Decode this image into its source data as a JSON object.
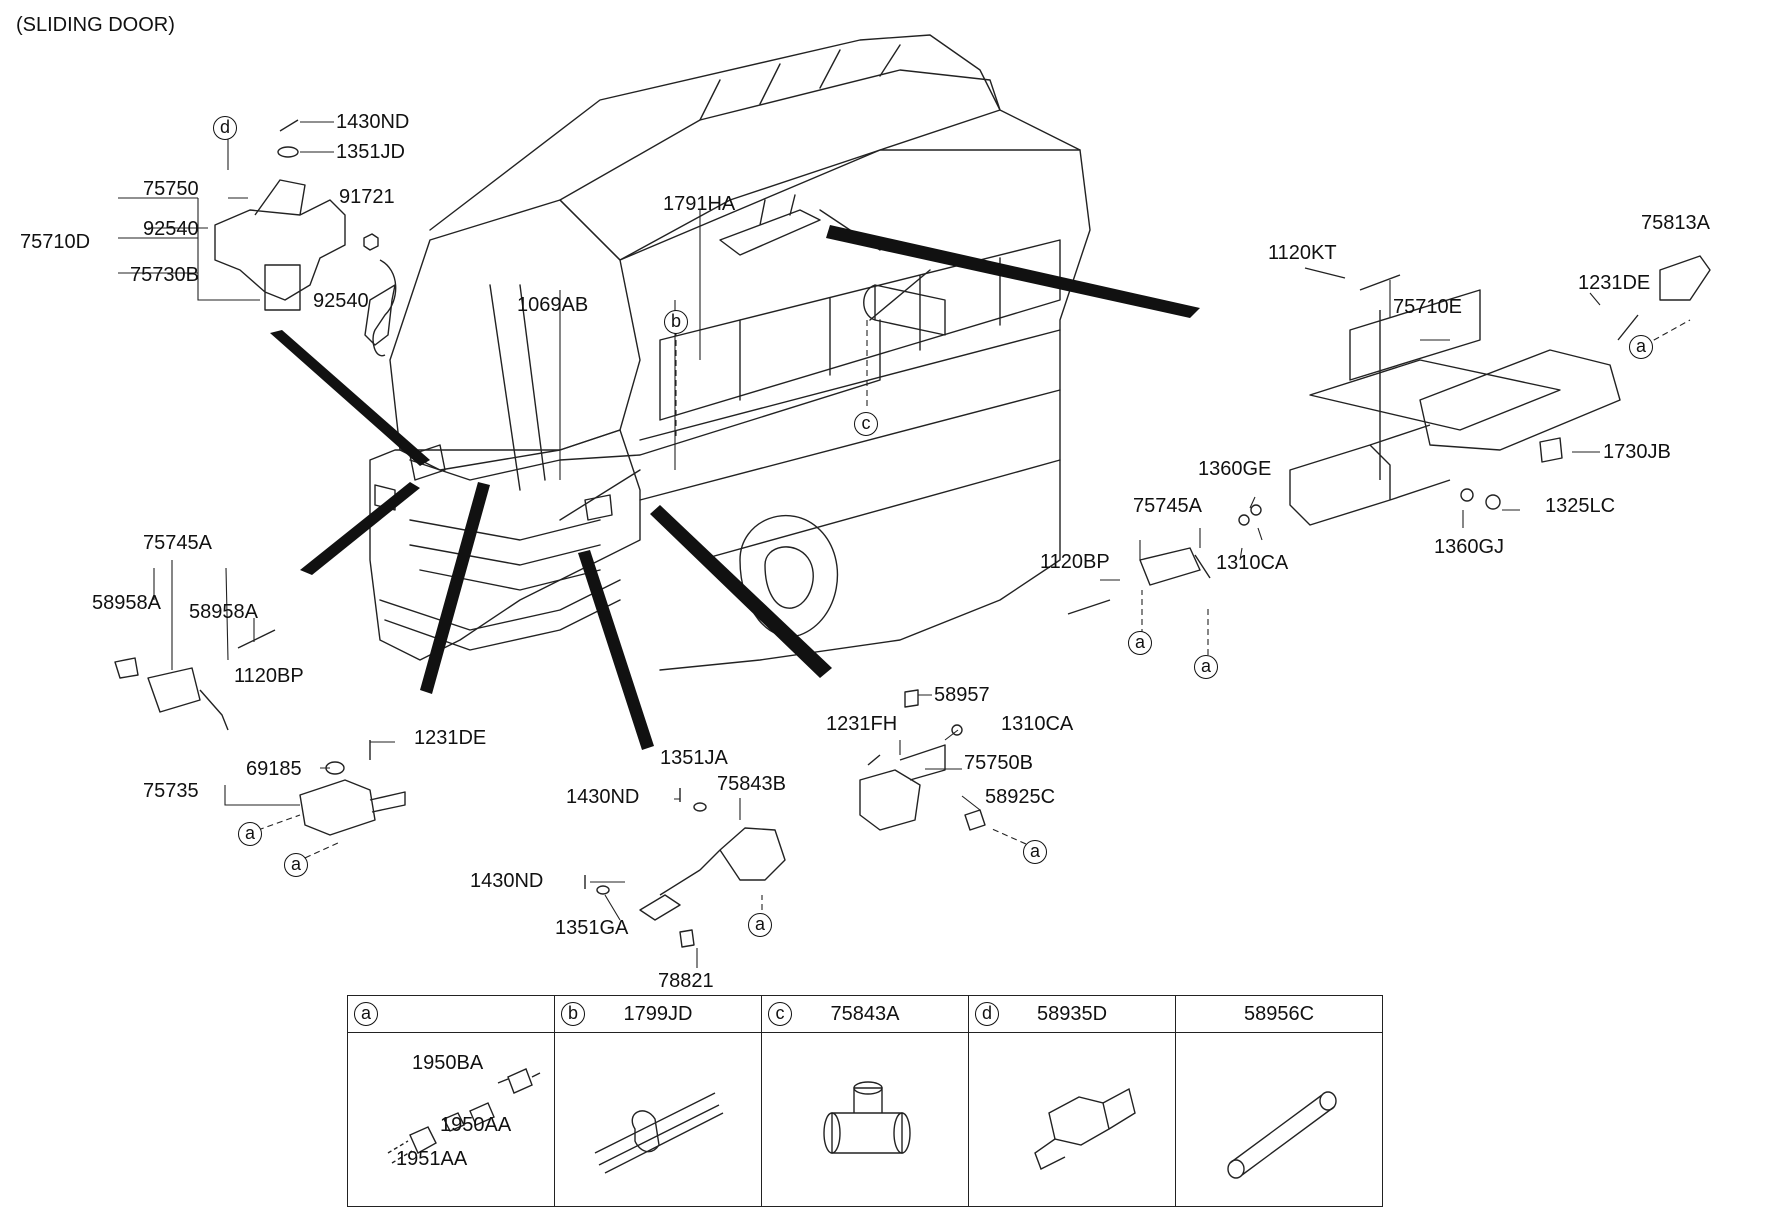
{
  "title": "(SLIDING DOOR)",
  "labels": {
    "p1430ND_top": "1430ND",
    "p1351JD": "1351JD",
    "p75750": "75750",
    "p92540_a": "92540",
    "p91721": "91721",
    "p75710D": "75710D",
    "p75730B": "75730B",
    "p92540_b": "92540",
    "p1791HA": "1791HA",
    "p1069AB": "1069AB",
    "p1120KT": "1120KT",
    "p75813A": "75813A",
    "p1231DE_r": "1231DE",
    "p75710E": "75710E",
    "p1730JB": "1730JB",
    "p1360GE": "1360GE",
    "p75745A_r": "75745A",
    "p1325LC": "1325LC",
    "p1360GJ": "1360GJ",
    "p1120BP_r": "1120BP",
    "p1310CA_r": "1310CA",
    "p75745A_l": "75745A",
    "p58958A_l": "58958A",
    "p58958A_r": "58958A",
    "p1120BP_l": "1120BP",
    "p1231DE_l": "1231DE",
    "p69185": "69185",
    "p75735": "75735",
    "p1351JA": "1351JA",
    "p1430ND_m": "1430ND",
    "p75843B": "75843B",
    "p1430ND_b": "1430ND",
    "p1351GA": "1351GA",
    "p78821": "78821",
    "p58957": "58957",
    "p1231FH": "1231FH",
    "p1310CA_m": "1310CA",
    "p75750B": "75750B",
    "p58925C": "58925C"
  },
  "callouts": {
    "a": "a",
    "b": "b",
    "c": "c",
    "d": "d"
  },
  "legend": {
    "cells": [
      {
        "key": "a",
        "code": "",
        "parts": [
          "1950BA",
          "1950AA",
          "1951AA"
        ]
      },
      {
        "key": "b",
        "code": "1799JD"
      },
      {
        "key": "c",
        "code": "75843A"
      },
      {
        "key": "d",
        "code": "58935D"
      },
      {
        "key": "",
        "code": "58956C"
      }
    ]
  }
}
